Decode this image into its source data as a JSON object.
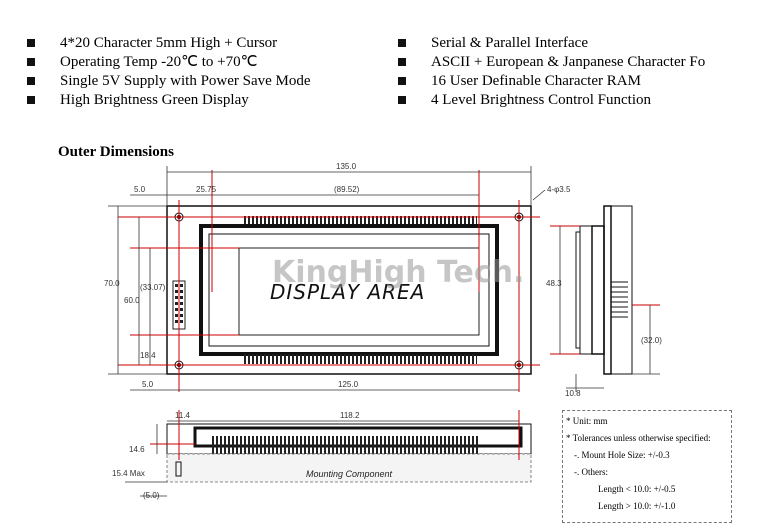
{
  "features_left": [
    "4*20 Character 5mm High + Cursor",
    "Operating Temp -20℃ to +70℃",
    "Single 5V Supply with Power Save Mode",
    "High Brightness Green Display"
  ],
  "features_right": [
    "Serial & Parallel Interface",
    "ASCII + European & Janpanese Character Fo",
    "16 User Definable Character RAM",
    "4 Level Brightness Control Function"
  ],
  "section_title": "Outer Dimensions",
  "drawing": {
    "display_label": "DISPLAY AREA",
    "watermark": "KingHigh Tech.",
    "mounting_label": "Mounting Component",
    "dims": {
      "total_width": "135.0",
      "left_offset": "5.0",
      "view_left": "25.75",
      "view_width": "(89.52)",
      "hole": "4-φ3.5",
      "total_height": "70.0",
      "pcb_height": "60.0",
      "view_height": "(33.07)",
      "bottom_margin": "18.4",
      "hole_pitch_x": "125.0",
      "bottom_left": "5.0",
      "side_height": "48.3",
      "side_offset": "(32.0)",
      "side_thickness": "10.8",
      "pin_offset": "11.4",
      "pin_span": "118.2",
      "side_depth": "14.6",
      "max_depth": "15.4 Max",
      "bottom_small": "(5.0)"
    }
  },
  "notes": {
    "unit": "* Unit: mm",
    "tol": "* Tolerances unless otherwise specified:",
    "mount": "-. Mount Hole Size:  +/-0.3",
    "others": "-. Others:",
    "len1": "Length < 10.0:  +/-0.5",
    "len2": "Length > 10.0:  +/-1.0"
  }
}
